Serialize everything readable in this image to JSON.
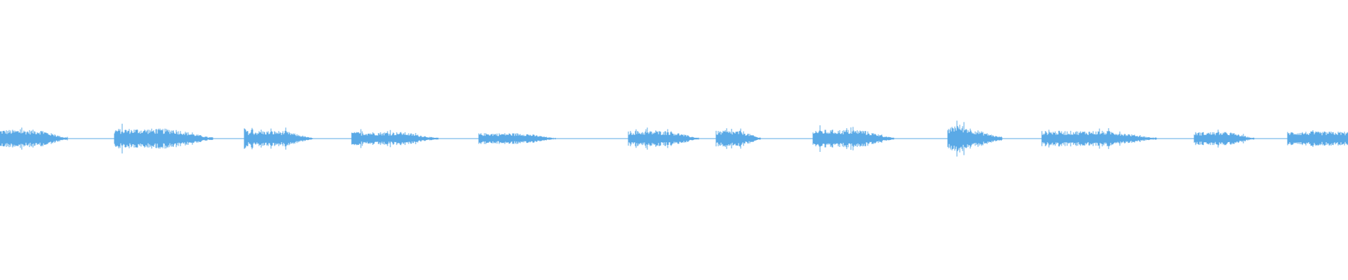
{
  "waveform": {
    "color": "#5aa9e6",
    "background": "#ffffff",
    "segments": [
      {
        "start": 0.0,
        "end": 0.05,
        "amp": 0.04,
        "shape": "flat-fade"
      },
      {
        "start": 0.085,
        "end": 0.158,
        "amp": 0.045,
        "shape": "flat-fade"
      },
      {
        "start": 0.181,
        "end": 0.232,
        "amp": 0.035,
        "shape": "attack-fade"
      },
      {
        "start": 0.261,
        "end": 0.325,
        "amp": 0.03,
        "shape": "flat-fade"
      },
      {
        "start": 0.355,
        "end": 0.412,
        "amp": 0.025,
        "shape": "flat-fade"
      },
      {
        "start": 0.466,
        "end": 0.518,
        "amp": 0.035,
        "shape": "flat-fade"
      },
      {
        "start": 0.531,
        "end": 0.564,
        "amp": 0.035,
        "shape": "flat-fade"
      },
      {
        "start": 0.603,
        "end": 0.663,
        "amp": 0.04,
        "shape": "flat-fade"
      },
      {
        "start": 0.703,
        "end": 0.743,
        "amp": 0.055,
        "shape": "burst"
      },
      {
        "start": 0.773,
        "end": 0.858,
        "amp": 0.035,
        "shape": "flat-fade"
      },
      {
        "start": 0.886,
        "end": 0.93,
        "amp": 0.03,
        "shape": "flat-fade"
      },
      {
        "start": 0.955,
        "end": 1.0,
        "amp": 0.03,
        "shape": "flat"
      }
    ]
  }
}
